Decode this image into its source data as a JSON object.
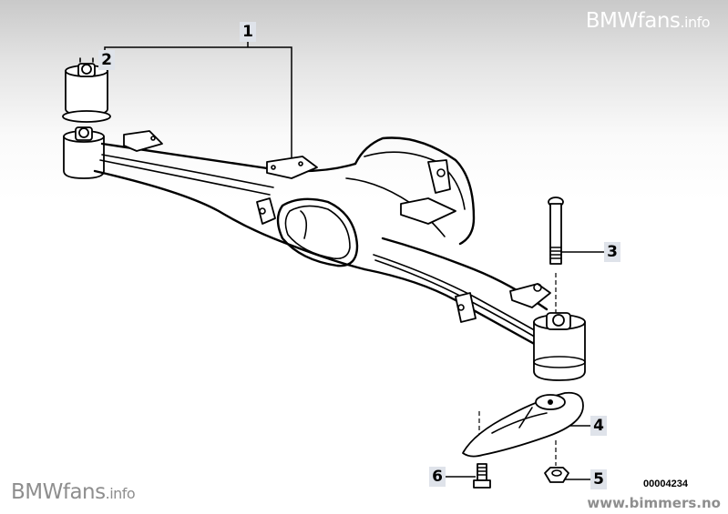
{
  "watermark_top": {
    "brand": "BMWfans",
    "suffix": ".info"
  },
  "watermark_bottom": {
    "brand": "BMWfans",
    "suffix": ".info"
  },
  "site_credit": "www.bimmers.no",
  "drawing_number": "00004234",
  "callouts": [
    {
      "number": "1",
      "part": "rear-axle-carrier"
    },
    {
      "number": "2",
      "part": "rubber-mount"
    },
    {
      "number": "3",
      "part": "hex-bolt"
    },
    {
      "number": "4",
      "part": "support-bracket"
    },
    {
      "number": "5",
      "part": "hex-nut"
    },
    {
      "number": "6",
      "part": "hex-bolt-small"
    }
  ],
  "colors": {
    "callout_bg": "#dfe3ea",
    "watermark_gray": "#8e8e8e",
    "line": "#000000"
  }
}
